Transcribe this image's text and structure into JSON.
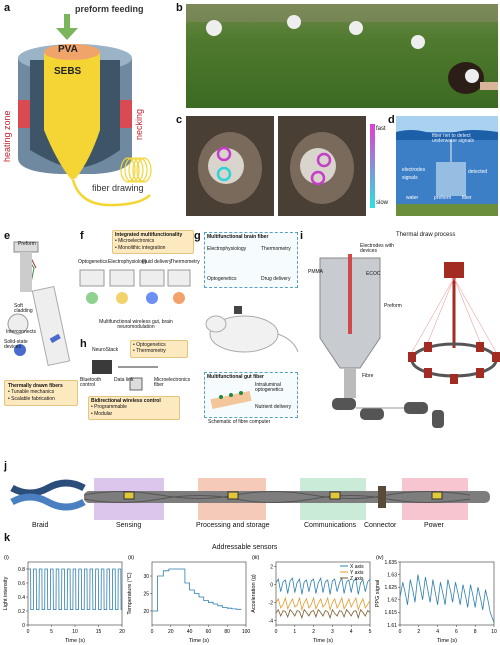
{
  "panels": {
    "a": {
      "label": "a",
      "preform_feeding": "preform feeding",
      "pva": "PVA",
      "sebs": "SEBS",
      "heating_zone": "heating zone",
      "necking": "necking",
      "fiber_drawing": "fiber drawing"
    },
    "b": {
      "label": "b"
    },
    "c": {
      "label": "c",
      "fast": "fast",
      "slow": "slow"
    },
    "d": {
      "label": "d",
      "title": "fiber net to detect underwater signals",
      "labels": [
        "electrodes",
        "signals",
        "water",
        "detected",
        "preform",
        "fiber"
      ]
    },
    "e": {
      "label": "e",
      "preform": "Preform",
      "soft_cladding": "Soft cladding",
      "interconnects": "Interconnects",
      "solid_state_devices": "Solid-state devices",
      "box_title": "Thermally drawn fibers",
      "bullets": [
        "Tunable mechanics",
        "Scalable fabrication"
      ]
    },
    "f": {
      "label": "f",
      "box_title": "Integrated multifunctionality",
      "bullets": [
        "Microelectronics",
        "Monolithic integration"
      ],
      "modalities": [
        "Optogenetics",
        "Electrophysiology",
        "Fluid delivery",
        "Thermometry"
      ],
      "center_text": "Multifunctional wireless gut, brain neuromodulation"
    },
    "g": {
      "label": "g",
      "box_title": "Multifunctional brain fiber",
      "items": [
        "Electrophysiology",
        "Thermometry",
        "Optogenetics",
        "Drug delivery"
      ],
      "gut_title": "Multifunctional gut fiber",
      "gut_items": [
        "Intraluminal optogenetics",
        "Nutrient delivery"
      ],
      "caption": "Schematic of fibre computer"
    },
    "h": {
      "label": "h",
      "neurostack": "NeuroStack",
      "optogenetics": "Optogenetics",
      "thermometry": "Thermometry",
      "bluetooth": "Bluetooth control",
      "data_link": "Data link",
      "microelectronics": "Microelectronics fiber",
      "box_title": "Bidirectional wireless control",
      "bullets": [
        "Programmable",
        "Modular"
      ]
    },
    "i": {
      "label": "i",
      "title": "Thermal draw process",
      "electrodes": "Electrodes with devices",
      "pmma": "PMMA",
      "ecoc": "ECOC",
      "preform": "Preform",
      "fibre": "Fibre"
    },
    "j": {
      "label": "j",
      "segments": [
        "Braid",
        "Sensing",
        "Processing and storage",
        "Communications",
        "Connector",
        "Power"
      ]
    },
    "k": {
      "label": "k",
      "title": "Addressable sensors"
    }
  },
  "chart_data": [
    {
      "type": "line",
      "panel": "(i)",
      "xlabel": "Time (s)",
      "ylabel": "Light intensity",
      "xlim": [
        0,
        20
      ],
      "ylim": [
        0,
        0.9
      ],
      "xticks": [
        0,
        5,
        10,
        15,
        20
      ],
      "yticks": [
        0,
        0.2,
        0.4,
        0.6,
        0.8
      ],
      "series": [
        {
          "color": "#2d7fb0",
          "x": [
            0,
            0.55,
            0.6,
            1.15,
            1.2,
            1.75,
            1.8,
            2.35,
            2.4,
            2.95,
            3.0,
            3.55,
            3.6,
            4.15,
            4.2,
            4.75,
            4.8,
            5.35,
            5.4,
            5.95,
            6.0,
            6.55,
            6.6,
            7.15,
            7.2,
            7.75,
            7.8,
            8.35,
            8.4,
            8.95,
            9.0,
            9.55,
            9.6,
            10.15,
            10.2,
            10.75,
            10.8,
            11.35,
            11.4,
            11.95,
            12.0,
            12.55,
            12.6,
            13.15,
            13.2,
            13.75,
            13.8,
            14.35,
            14.4,
            14.95,
            15.0,
            15.55,
            15.6,
            16.15,
            16.2,
            16.75,
            16.8,
            17.35,
            17.4,
            17.95,
            18.0,
            18.55,
            18.6,
            19.15,
            19.2,
            19.75,
            19.8,
            20
          ],
          "y": [
            0.8,
            0.8,
            0.22,
            0.22,
            0.8,
            0.8,
            0.22,
            0.22,
            0.8,
            0.8,
            0.22,
            0.22,
            0.8,
            0.8,
            0.22,
            0.22,
            0.8,
            0.8,
            0.22,
            0.22,
            0.8,
            0.8,
            0.22,
            0.22,
            0.8,
            0.8,
            0.22,
            0.22,
            0.8,
            0.8,
            0.22,
            0.22,
            0.8,
            0.8,
            0.22,
            0.22,
            0.8,
            0.8,
            0.22,
            0.22,
            0.8,
            0.8,
            0.22,
            0.22,
            0.8,
            0.8,
            0.22,
            0.22,
            0.8,
            0.8,
            0.22,
            0.22,
            0.8,
            0.8,
            0.22,
            0.22,
            0.8,
            0.8,
            0.22,
            0.22,
            0.8,
            0.8,
            0.22,
            0.22,
            0.8,
            0.8,
            0.22,
            0.22
          ]
        }
      ]
    },
    {
      "type": "line",
      "panel": "(ii)",
      "xlabel": "Time (s)",
      "ylabel": "Temperature (°C)",
      "xlim": [
        0,
        100
      ],
      "ylim": [
        16,
        34
      ],
      "xticks": [
        0,
        20,
        40,
        60,
        80,
        100
      ],
      "yticks": [
        20,
        25,
        30
      ],
      "series": [
        {
          "color": "#2d7fb0",
          "x": [
            0,
            6,
            6,
            12,
            12,
            18,
            18,
            35,
            35,
            40,
            40,
            45,
            45,
            50,
            50,
            55,
            55,
            60,
            60,
            65,
            65,
            70,
            70,
            75,
            75,
            80,
            80,
            85,
            85,
            90,
            90,
            95
          ],
          "y": [
            20,
            20,
            30,
            30,
            31.5,
            31.5,
            32,
            32,
            28,
            28,
            26,
            26,
            25,
            25,
            24,
            24,
            23,
            23,
            22.5,
            22.5,
            22,
            22,
            21.5,
            21.5,
            21,
            21,
            20.8,
            20.8,
            20.6,
            20.6,
            20.5,
            20.5
          ]
        }
      ]
    },
    {
      "type": "line",
      "panel": "(iii)",
      "xlabel": "Time (s)",
      "ylabel": "Acceleration (g)",
      "xlim": [
        0,
        5
      ],
      "ylim": [
        -4.5,
        2.5
      ],
      "xticks": [
        0,
        1,
        2,
        3,
        4,
        5
      ],
      "yticks": [
        -4,
        -2,
        0,
        2
      ],
      "legend": "top-right",
      "series": [
        {
          "name": "X axis",
          "color": "#2d7fb0",
          "x": [
            0,
            0.12,
            0.25,
            0.38,
            0.5,
            0.62,
            0.75,
            0.88,
            1.0,
            1.12,
            1.25,
            1.38,
            1.5,
            1.62,
            1.75,
            1.88,
            2.0,
            2.12,
            2.25,
            2.38,
            2.5,
            2.62,
            2.75,
            2.88,
            3.0,
            3.12,
            3.25,
            3.38,
            3.5,
            3.62,
            3.75,
            3.88,
            4.0,
            4.12,
            4.25,
            4.38,
            4.5,
            4.62,
            4.75,
            4.88,
            5.0
          ],
          "y": [
            0.2,
            0.6,
            -0.8,
            0.3,
            0.5,
            -1.0,
            0.4,
            0.7,
            -0.9,
            0.2,
            0.6,
            -1.1,
            0.3,
            0.5,
            -0.8,
            0.4,
            0.6,
            -1.0,
            0.2,
            0.7,
            -0.9,
            0.3,
            0.5,
            -1.1,
            0.4,
            0.6,
            -0.8,
            0.2,
            0.7,
            -1.0,
            0.3,
            0.5,
            -0.9,
            0.4,
            0.6,
            -1.1,
            0.2,
            0.5,
            -0.8,
            0.3,
            0.6
          ]
        },
        {
          "name": "Y axis",
          "color": "#e69a2d",
          "x": [
            0,
            0.12,
            0.25,
            0.38,
            0.5,
            0.62,
            0.75,
            0.88,
            1.0,
            1.12,
            1.25,
            1.38,
            1.5,
            1.62,
            1.75,
            1.88,
            2.0,
            2.12,
            2.25,
            2.38,
            2.5,
            2.62,
            2.75,
            2.88,
            3.0,
            3.12,
            3.25,
            3.38,
            3.5,
            3.62,
            3.75,
            3.88,
            4.0,
            4.12,
            4.25,
            4.38,
            4.5,
            4.62,
            4.75,
            4.88,
            5.0
          ],
          "y": [
            -2.0,
            -1.6,
            -2.6,
            -2.2,
            -1.5,
            -2.7,
            -2.1,
            -1.6,
            -2.5,
            -2.3,
            -1.5,
            -2.8,
            -2.0,
            -1.6,
            -2.6,
            -2.2,
            -1.5,
            -2.7,
            -2.1,
            -1.6,
            -2.5,
            -2.2,
            -1.5,
            -2.8,
            -2.0,
            -1.6,
            -2.6,
            -2.1,
            -1.5,
            -2.7,
            -2.2,
            -1.6,
            -2.5,
            -2.0,
            -1.5,
            -2.8,
            -2.1,
            -1.6,
            -2.6,
            -2.2,
            -1.8
          ]
        },
        {
          "name": "Z axis",
          "color": "#7a5c30",
          "x": [
            0,
            0.12,
            0.25,
            0.38,
            0.5,
            0.62,
            0.75,
            0.88,
            1.0,
            1.12,
            1.25,
            1.38,
            1.5,
            1.62,
            1.75,
            1.88,
            2.0,
            2.12,
            2.25,
            2.38,
            2.5,
            2.62,
            2.75,
            2.88,
            3.0,
            3.12,
            3.25,
            3.38,
            3.5,
            3.62,
            3.75,
            3.88,
            4.0,
            4.12,
            4.25,
            4.38,
            4.5,
            4.62,
            4.75,
            4.88,
            5.0
          ],
          "y": [
            -3.2,
            -2.8,
            -3.5,
            -2.9,
            -3.0,
            -3.6,
            -2.8,
            -3.1,
            -3.5,
            -2.9,
            -3.0,
            -3.7,
            -2.8,
            -3.1,
            -3.5,
            -3.0,
            -2.9,
            -3.6,
            -2.8,
            -3.1,
            -3.5,
            -2.9,
            -3.0,
            -3.7,
            -2.8,
            -3.2,
            -3.5,
            -2.9,
            -3.0,
            -3.6,
            -2.8,
            -3.1,
            -3.5,
            -3.0,
            -2.9,
            -3.7,
            -2.8,
            -3.1,
            -3.5,
            -2.9,
            -3.1
          ]
        }
      ]
    },
    {
      "type": "line",
      "panel": "(iv)",
      "xlabel": "Time (s)",
      "ylabel": "PPG signal",
      "xlim": [
        0,
        10
      ],
      "ylim": [
        1.61,
        1.635
      ],
      "xticks": [
        0,
        2,
        4,
        6,
        8,
        10
      ],
      "yticks": [
        1.61,
        1.615,
        1.62,
        1.625,
        1.63,
        1.635
      ],
      "series": [
        {
          "color": "#2d7fb0",
          "x": [
            0,
            0.3,
            0.6,
            0.8,
            1.1,
            1.4,
            1.6,
            1.9,
            2.2,
            2.4,
            2.7,
            3.0,
            3.2,
            3.5,
            3.8,
            4.0,
            4.3,
            4.6,
            4.8,
            5.1,
            5.4,
            5.6,
            5.9,
            6.2,
            6.4,
            6.7,
            7.0,
            7.2,
            7.5,
            7.8,
            8.0,
            8.3,
            8.6,
            8.8,
            9.1,
            9.4,
            9.6,
            9.8,
            10
          ],
          "y": [
            1.621,
            1.627,
            1.622,
            1.618,
            1.628,
            1.623,
            1.619,
            1.63,
            1.624,
            1.62,
            1.629,
            1.623,
            1.619,
            1.628,
            1.622,
            1.618,
            1.627,
            1.622,
            1.618,
            1.628,
            1.623,
            1.619,
            1.627,
            1.622,
            1.618,
            1.626,
            1.621,
            1.617,
            1.626,
            1.621,
            1.617,
            1.625,
            1.62,
            1.616,
            1.624,
            1.619,
            1.615,
            1.613,
            1.611
          ]
        }
      ]
    }
  ]
}
